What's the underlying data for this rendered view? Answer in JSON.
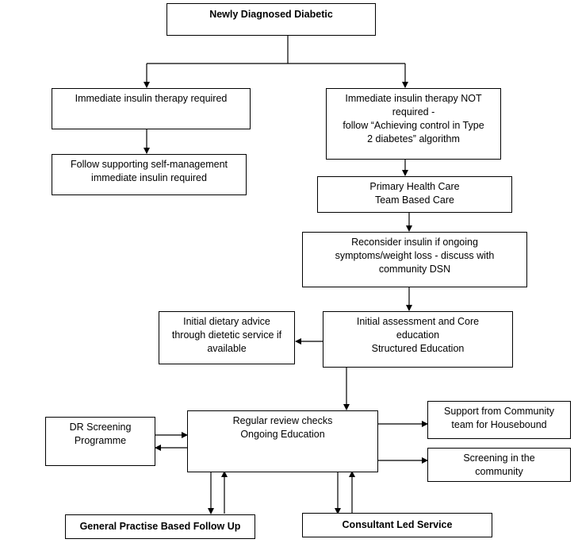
{
  "nodes": {
    "newly_diagnosed": "Newly Diagnosed Diabetic",
    "insulin_required": "Immediate insulin therapy required",
    "insulin_not_required": "Immediate insulin therapy NOT\nrequired -\nfollow “Achieving control in Type\n2 diabetes” algorithm",
    "self_management": "Follow supporting self-management\nimmediate insulin required",
    "primary_care": "Primary Health Care\nTeam Based Care",
    "reconsider_insulin": "Reconsider insulin if ongoing\nsymptoms/weight loss - discuss with\ncommunity DSN",
    "initial_assessment": "Initial assessment and Core\neducation\nStructured Education",
    "dietary_advice": "Initial dietary advice\nthrough dietetic service if\navailable",
    "regular_review": "Regular review checks\nOngoing Education",
    "dr_screening": "DR Screening\nProgramme",
    "community_support": "Support from Community\nteam for Housebound",
    "community_screening": "Screening in the\ncommunity",
    "gp_follow_up": "General Practise Based Follow Up",
    "consultant_led": "Consultant Led Service"
  },
  "style": {
    "line_color": "#000000",
    "box_border": "#000000"
  }
}
